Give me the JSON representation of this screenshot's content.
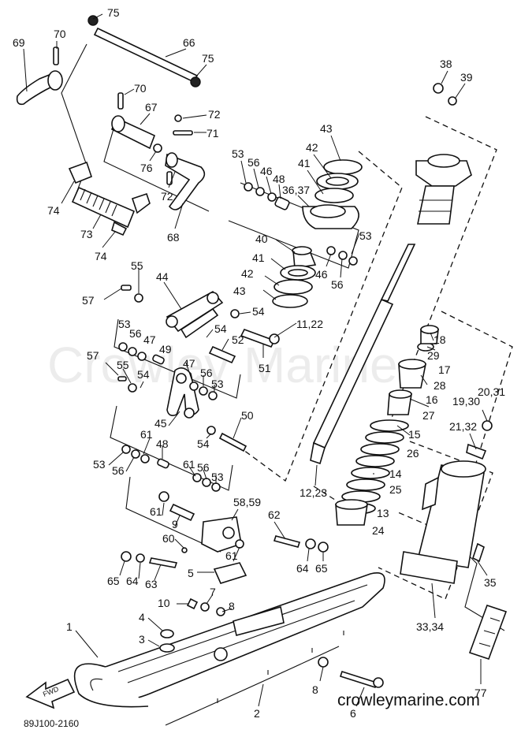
{
  "watermark": "Crowley Marine",
  "footer": {
    "code": "89J100-2160",
    "site": "crowleymarine.com",
    "fwd": "FWD"
  },
  "labels": {
    "l75a": "75",
    "l70a": "70",
    "l69": "69",
    "l66": "66",
    "l75b": "75",
    "l38": "38",
    "l39": "39",
    "l70b": "70",
    "l67": "67",
    "l72a": "72",
    "l71": "71",
    "l76": "76",
    "l43a": "43",
    "l42a": "42",
    "l41a": "41",
    "l53a": "53",
    "l56a": "56",
    "l46a": "46",
    "l48a": "48",
    "l3637": "36,37",
    "l72b": "72",
    "l74a": "74",
    "l73": "73",
    "l68": "68",
    "l74b": "74",
    "l53b": "53",
    "l40": "40",
    "l41b": "41",
    "l46b": "46",
    "l56b": "56",
    "l55a": "55",
    "l44": "44",
    "l42b": "42",
    "l57a": "57",
    "l43b": "43",
    "l54a": "54",
    "l1122": "11,22",
    "l53c": "53",
    "l56c": "56",
    "l47a": "47",
    "l49": "49",
    "l54b": "54",
    "l52": "52",
    "l18": "18",
    "l29": "29",
    "l57b": "57",
    "l55b": "55",
    "l47b": "47",
    "l56d": "56",
    "l51": "51",
    "l17": "17",
    "l54c": "54",
    "l53d": "53",
    "l28": "28",
    "l2031": "20,31",
    "l16": "16",
    "l1930": "19,30",
    "l27": "27",
    "l45": "45",
    "l50": "50",
    "l54d": "54",
    "l15": "15",
    "l2132": "21,32",
    "l61a": "61",
    "l48b": "48",
    "l26": "26",
    "l53e": "53",
    "l56e": "56",
    "l61b": "61",
    "l56f": "56",
    "l53f": "53",
    "l14": "14",
    "l25": "25",
    "l1223": "12,23",
    "l5859": "58,59",
    "l61c": "61",
    "l9": "9",
    "l62": "62",
    "l13": "13",
    "l24": "24",
    "l60": "60",
    "l61d": "61",
    "l5": "5",
    "l65a": "65",
    "l64a": "64",
    "l63": "63",
    "l64b": "64",
    "l65b": "65",
    "l35": "35",
    "l7": "7",
    "l10": "10",
    "l8a": "8",
    "l4": "4",
    "l3": "3",
    "l1": "1",
    "l3334": "33,34",
    "l77": "77",
    "l8b": "8",
    "l2": "2",
    "l6": "6"
  }
}
